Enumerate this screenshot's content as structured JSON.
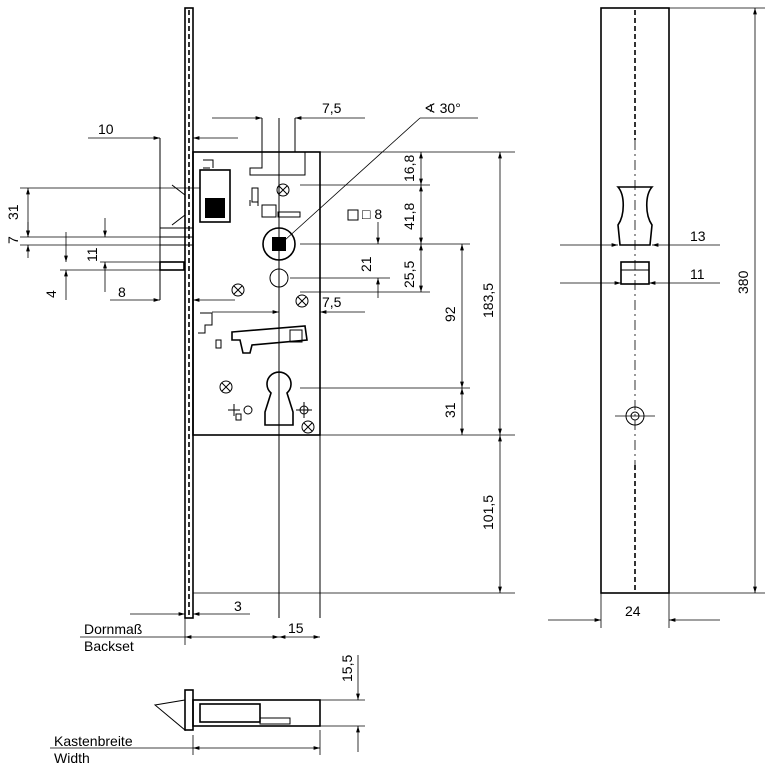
{
  "dimensions": {
    "top_7_5": "7,5",
    "angle_30": "∢ 30°",
    "d10": "10",
    "d31_left": "31",
    "d7": "7",
    "d11_left": "11",
    "d4": "4",
    "d8_left": "8",
    "d16_8": "16,8",
    "d41_8": "41,8",
    "d21": "21",
    "d25_5": "25,5",
    "d8_square": "□ 8",
    "mid_7_5": "7,5",
    "d92": "92",
    "d183_5": "183,5",
    "d31_right": "31",
    "d101_5": "101,5",
    "d3": "3",
    "d15": "15",
    "d15_5": "15,5",
    "d13": "13",
    "d11_right": "11",
    "d380": "380",
    "d24": "24"
  },
  "labels": {
    "backset_de": "Dornmaß",
    "backset_en": "Backset",
    "width_de": "Kastenbreite",
    "width_en": "Width"
  }
}
